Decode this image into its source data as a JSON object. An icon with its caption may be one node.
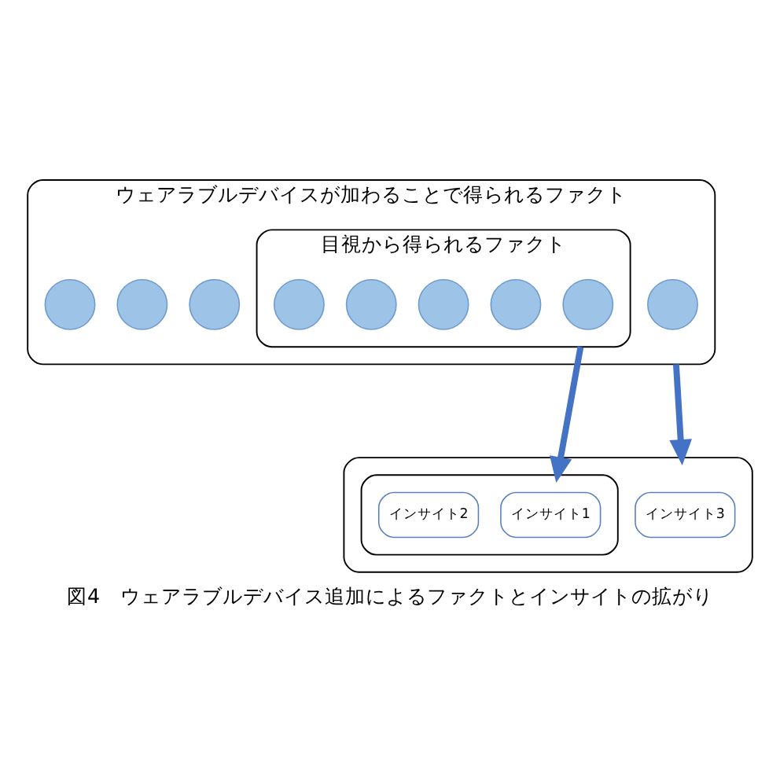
{
  "diagram": {
    "caption": "図4　ウェアラブルデバイス追加によるファクトとインサイトの拡がり",
    "nodes": [
      {
        "text": [
          "ウェアラブルデバイスが加わることで得られるファクト"
        ]
      },
      {
        "text": [
          "目視から得られるファクト"
        ],
        "in": 0
      },
      {
        "text": [],
        "shape": "circle",
        "in": 1
      },
      {
        "text": [],
        "shape": "circle",
        "in": 1
      },
      {
        "text": [],
        "shape": "circle",
        "in": 1
      },
      {
        "text": [],
        "shape": "circle",
        "in": 1
      },
      {
        "text": [],
        "shape": "circle",
        "in": 1
      },
      {
        "text": [],
        "shape": "circle",
        "in": 0
      },
      {
        "text": [],
        "shape": "circle",
        "in": 0
      },
      {
        "text": [],
        "shape": "circle",
        "in": 0
      },
      {
        "text": [],
        "shape": "circle",
        "in": 0
      },
      {
        "text": [],
        "shape": "box"
      },
      {
        "text": [],
        "shape": "box",
        "in": 11
      },
      {
        "text": [
          "インサイト1"
        ],
        "in": 12
      },
      {
        "text": [
          "インサイト2"
        ],
        "in": 12
      },
      {
        "text": [
          "インサイト3"
        ],
        "in": 11
      }
    ],
    "edges": [
      {
        "from": 1,
        "to": 12,
        "arrow": "to"
      },
      {
        "from": 0,
        "to": 11,
        "arrow": "to"
      }
    ]
  }
}
